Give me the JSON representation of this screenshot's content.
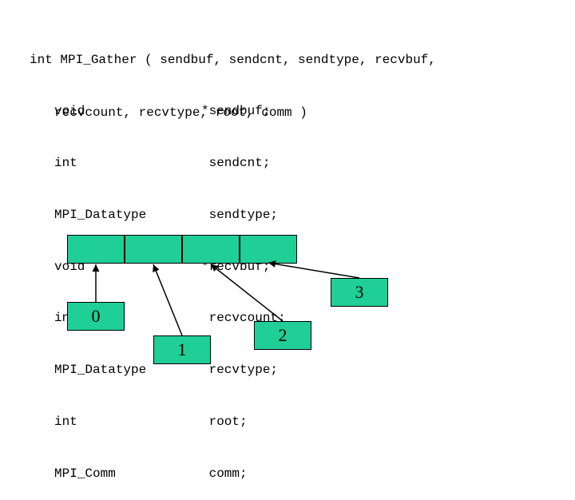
{
  "signature": {
    "line1": "int MPI_Gather ( sendbuf, sendcnt, sendtype, recvbuf,",
    "line2": "recvcount, recvtype, root, comm )"
  },
  "declarations": [
    {
      "type": "void",
      "name": "*sendbuf;"
    },
    {
      "type": "int",
      "name": " sendcnt;"
    },
    {
      "type": "MPI_Datatype",
      "name": " sendtype;"
    },
    {
      "type": "void",
      "name": "*recvbuf;"
    },
    {
      "type": "int",
      "name": " recvcount;"
    },
    {
      "type": "MPI_Datatype",
      "name": " recvtype;"
    },
    {
      "type": "int",
      "name": " root;"
    },
    {
      "type": "MPI_Comm",
      "name": " comm;"
    }
  ],
  "diagram": {
    "buffer_color": "#1fcf96",
    "processes": [
      "0",
      "1",
      "2",
      "3"
    ]
  }
}
